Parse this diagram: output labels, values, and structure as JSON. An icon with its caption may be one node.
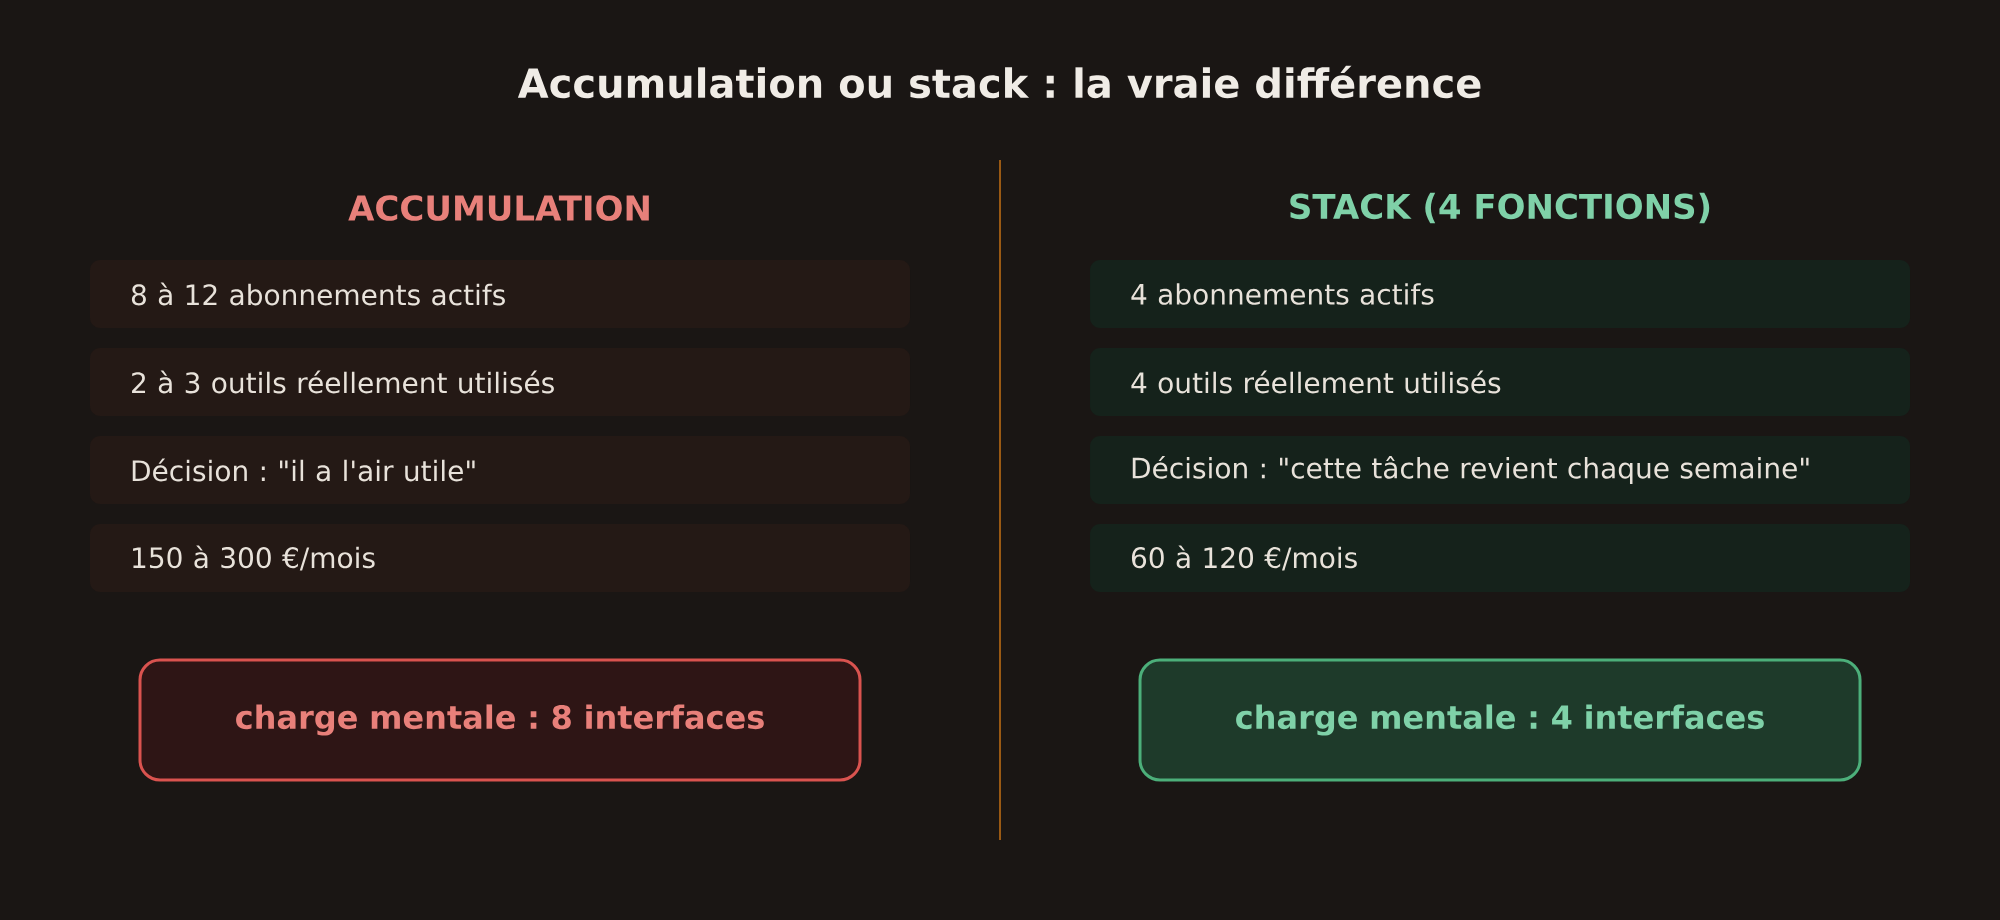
{
  "diagram": {
    "title": "Accumulation ou stack : la vraie différence",
    "nodes": [
      {
        "text": [
          "8 à 12 abonnements actifs"
        ]
      },
      {
        "text": [
          "2 à 3 outils réellement utilisés"
        ]
      },
      {
        "text": [
          "Décision : \"il a l'air utile\""
        ]
      },
      {
        "text": [
          "150 à 300 €/mois"
        ]
      },
      {
        "text": [
          "charge mentale : 8 interfaces"
        ]
      },
      {
        "text": [
          "4 abonnements actifs"
        ]
      },
      {
        "text": [
          "4 outils réellement utilisés"
        ]
      },
      {
        "text": [
          "Décision : \"cette tâche revient chaque semaine\""
        ]
      },
      {
        "text": [
          "60 à 120 €/mois"
        ]
      },
      {
        "text": [
          "charge mentale : 4 interfaces"
        ]
      }
    ],
    "labels": [
      "ACCUMULATION",
      "STACK (4 FONCTIONS)"
    ]
  }
}
